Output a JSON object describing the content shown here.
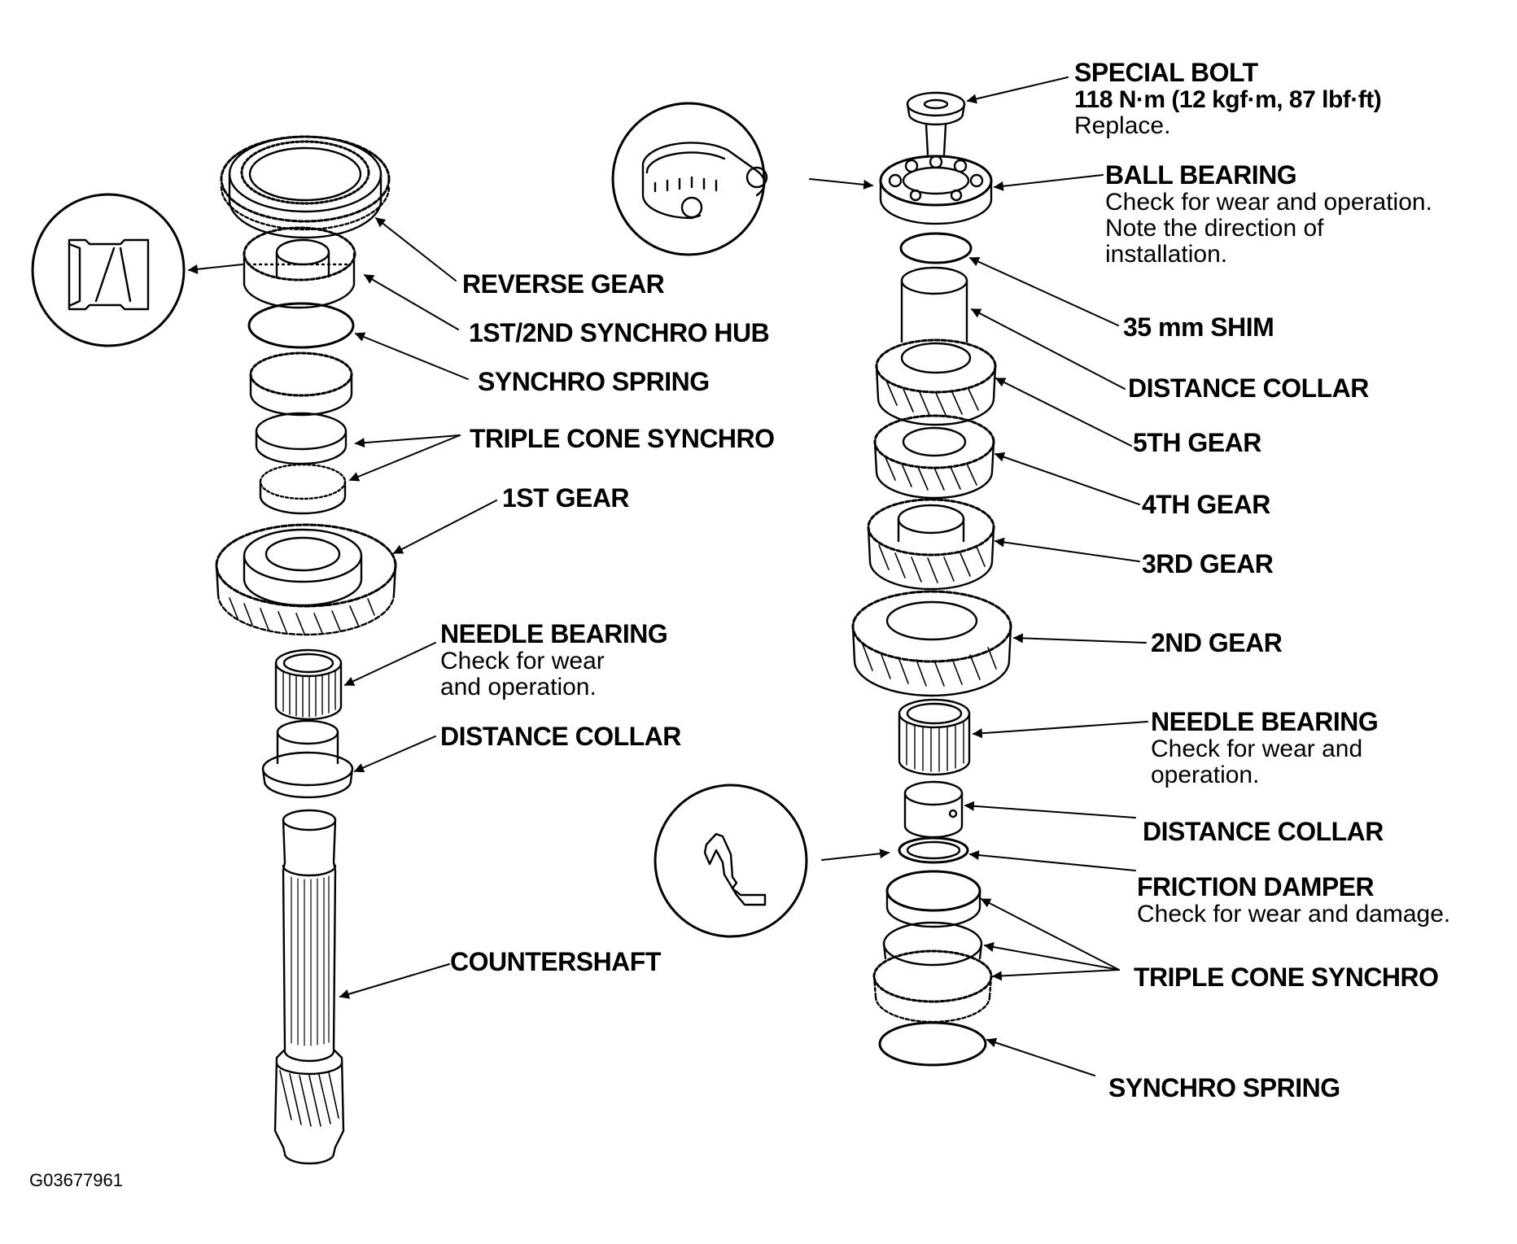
{
  "figure_id": "G03677961",
  "left_callouts": [
    {
      "key": "reverse_gear",
      "title": "REVERSE GEAR",
      "notes": []
    },
    {
      "key": "synchro_hub",
      "title": "1ST/2ND SYNCHRO HUB",
      "notes": []
    },
    {
      "key": "synchro_spring",
      "title": "SYNCHRO SPRING",
      "notes": []
    },
    {
      "key": "triple_cone",
      "title": "TRIPLE CONE SYNCHRO",
      "notes": []
    },
    {
      "key": "first_gear",
      "title": "1ST GEAR",
      "notes": []
    },
    {
      "key": "needle_bearing",
      "title": "NEEDLE BEARING",
      "notes": [
        "Check for wear",
        "and operation."
      ]
    },
    {
      "key": "distance_collar",
      "title": "DISTANCE COLLAR",
      "notes": []
    },
    {
      "key": "countershaft",
      "title": "COUNTERSHAFT",
      "notes": []
    }
  ],
  "right_callouts": [
    {
      "key": "special_bolt",
      "title": "SPECIAL BOLT",
      "subtitle": "118 N·m (12 kgf·m, 87 lbf·ft)",
      "notes": [
        "Replace."
      ]
    },
    {
      "key": "ball_bearing",
      "title": "BALL BEARING",
      "notes": [
        "Check for wear and operation.",
        "Note the direction of",
        "installation."
      ]
    },
    {
      "key": "shim",
      "title": "35 mm SHIM",
      "notes": []
    },
    {
      "key": "distance_collar_upper",
      "title": "DISTANCE COLLAR",
      "notes": []
    },
    {
      "key": "fifth_gear",
      "title": "5TH GEAR",
      "notes": []
    },
    {
      "key": "fourth_gear",
      "title": "4TH GEAR",
      "notes": []
    },
    {
      "key": "third_gear",
      "title": "3RD GEAR",
      "notes": []
    },
    {
      "key": "second_gear",
      "title": "2ND GEAR",
      "notes": []
    },
    {
      "key": "needle_bearing",
      "title": "NEEDLE BEARING",
      "notes": [
        "Check for wear and",
        "operation."
      ]
    },
    {
      "key": "distance_collar_lower",
      "title": "DISTANCE COLLAR",
      "notes": []
    },
    {
      "key": "friction_damper",
      "title": "FRICTION DAMPER",
      "notes": [
        "Check for wear and damage."
      ]
    },
    {
      "key": "triple_cone",
      "title": "TRIPLE CONE SYNCHRO",
      "notes": []
    },
    {
      "key": "synchro_spring",
      "title": "SYNCHRO SPRING",
      "notes": []
    }
  ],
  "insets": [
    {
      "name": "synchro-hub-direction-detail",
      "depicts": "hub cross-section"
    },
    {
      "name": "ball-bearing-direction-detail",
      "depicts": "ball bearing cutaway"
    },
    {
      "name": "friction-damper-profile-detail",
      "depicts": "damper profile"
    }
  ]
}
